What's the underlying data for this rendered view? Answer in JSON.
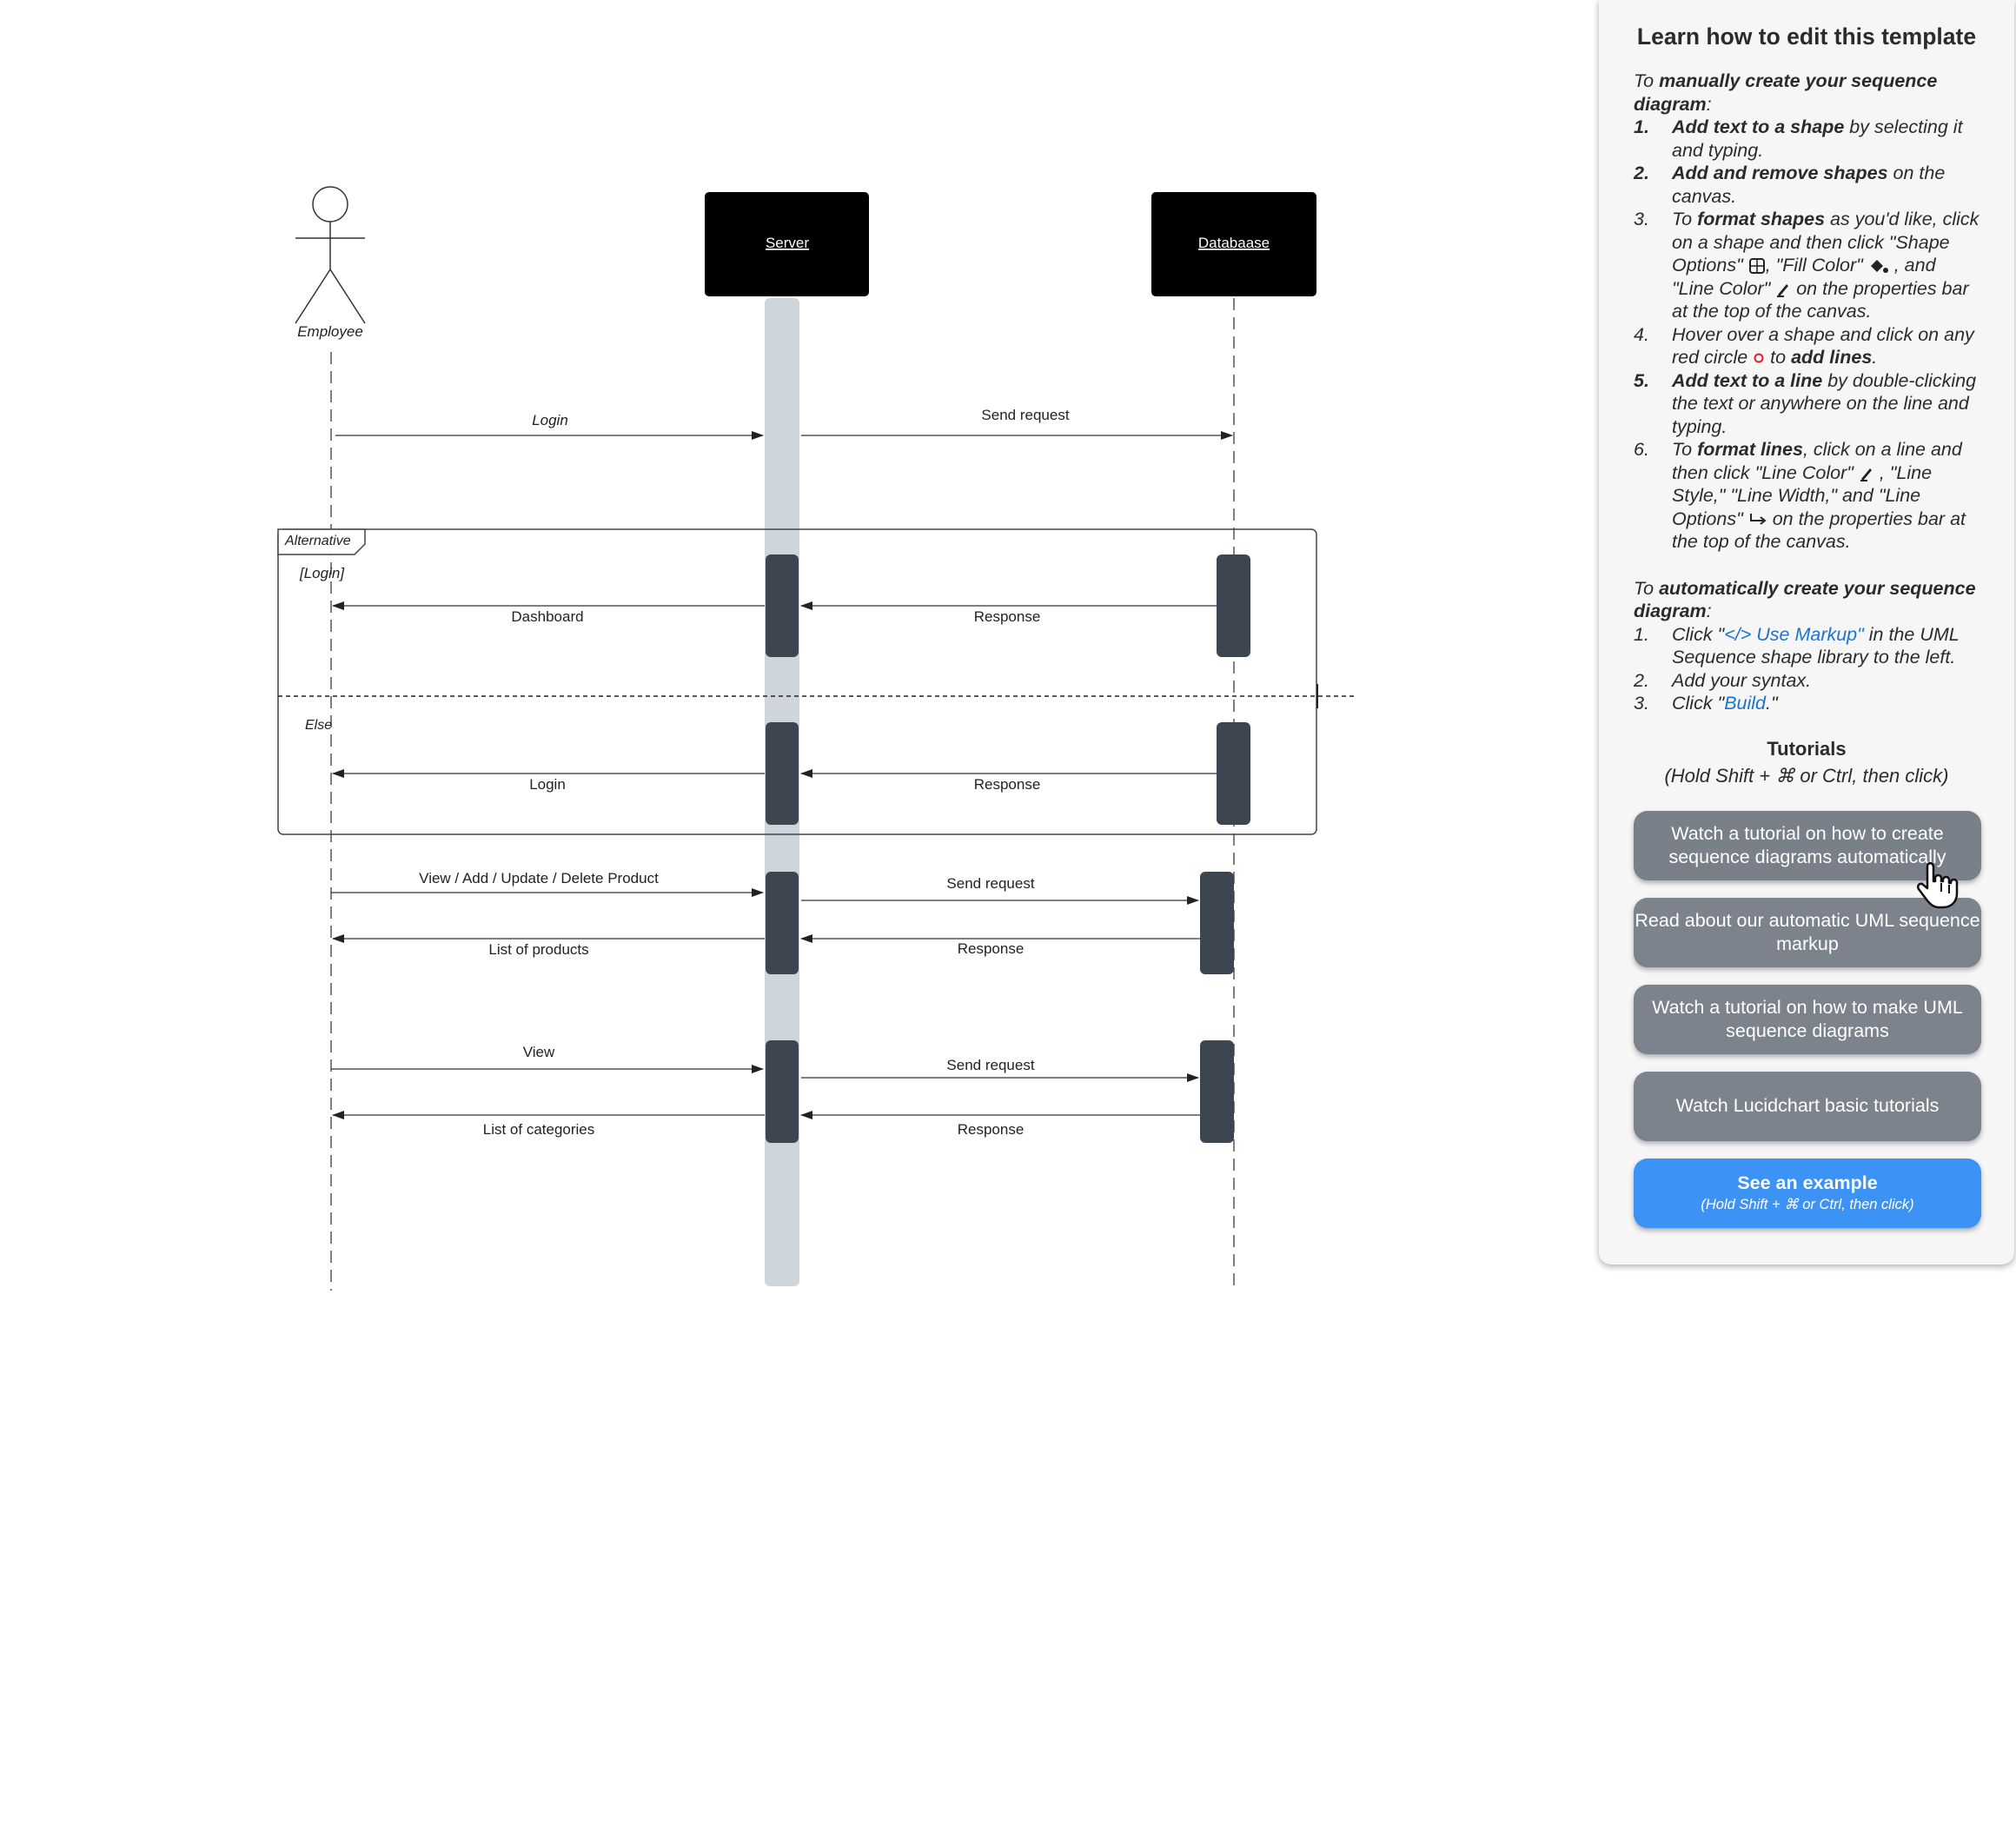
{
  "diagram": {
    "actor": {
      "label": "Employee"
    },
    "participants": [
      {
        "label": "Server"
      },
      {
        "label": "Databaase"
      }
    ],
    "messages": {
      "login": "Login",
      "send_request_1": "Send request",
      "dashboard": "Dashboard",
      "response_1": "Response",
      "login_return": "Login",
      "response_2": "Response",
      "view_add": "View / Add / Update / Delete Product",
      "send_request_2": "Send request",
      "list_products": "List of products",
      "response_3": "Response",
      "view": "View",
      "send_request_3": "Send request",
      "list_categories": "List of categories",
      "response_4": "Response"
    },
    "fragment": {
      "operator": "Alternative",
      "guard": "[Login]",
      "else_label": "Else"
    }
  },
  "panel": {
    "title": "Learn how to edit this template",
    "manual": {
      "intro_to": "To ",
      "intro_bold": "manually create your sequence diagram",
      "intro_end": ":",
      "steps": [
        {
          "num": "1.",
          "bold": "Add text to a shape",
          "text": " by selecting it and typing."
        },
        {
          "num": "2.",
          "bold": "Add and remove shapes",
          "text": " on the canvas."
        },
        {
          "num": "3.",
          "pre": "To ",
          "bold": "format shapes",
          "a": " as you'd like, click on a shape and then click \"Shape Options\"",
          "b": ", \"Fill Color\"",
          "c": " , and \"Line Color\"",
          "d": " on the properties bar at the top of the canvas."
        },
        {
          "num": "4.",
          "a": "Hover over a shape and click on any red circle",
          "b": " to ",
          "bold": "add lines",
          "c": "."
        },
        {
          "num": "5.",
          "bold": "Add text to a line",
          "text": " by double-clicking the text or anywhere on the line and typing."
        },
        {
          "num": "6.",
          "pre": "To ",
          "bold": "format lines",
          "a": ", click on a line and then click \"Line Color\"",
          "b": " , \"Line Style,\" \"Line Width,\" and \"Line Options\"",
          "c": " on the properties bar at the top of the canvas."
        }
      ]
    },
    "auto": {
      "intro_to": "To ",
      "intro_bold": "automatically create your sequence diagram",
      "intro_end": ":",
      "steps": [
        {
          "num": "1.",
          "pre": "Click \"",
          "link": "</> Use Markup\"",
          "text": " in the UML Sequence shape library to the left."
        },
        {
          "num": "2.",
          "text": "Add your syntax."
        },
        {
          "num": "3.",
          "pre": "Click \"",
          "link": "Build",
          "text": ".\""
        }
      ]
    },
    "tutorials": {
      "title": "Tutorials",
      "subtitle": "(Hold Shift + ⌘ or Ctrl, then click)",
      "buttons": [
        "Watch a tutorial on how to create sequence diagrams automatically",
        "Read about our automatic UML sequence markup",
        "Watch a tutorial on how to make UML sequence diagrams",
        "Watch Lucidchart basic tutorials"
      ],
      "example": {
        "label": "See an example",
        "hint": "(Hold Shift + ⌘ or Ctrl, then click)"
      }
    }
  },
  "colors": {
    "activation": "#3c4550",
    "server_lifeline": "#ced5dd",
    "participant_box": "#000000",
    "link": "#1a73d0",
    "button_gray": "#7c838c",
    "button_blue": "#3d92f6"
  }
}
